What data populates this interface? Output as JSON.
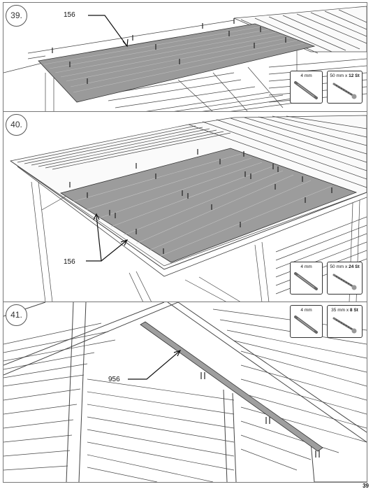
{
  "steps": [
    {
      "number": "39.",
      "part": "156",
      "fasteners": [
        {
          "size": "4 mm",
          "qty": ""
        },
        {
          "size": "50 mm x",
          "qty": "12 St"
        }
      ]
    },
    {
      "number": "40.",
      "part": "156",
      "fasteners": [
        {
          "size": "4 mm",
          "qty": ""
        },
        {
          "size": "50 mm x",
          "qty": "24 St"
        }
      ]
    },
    {
      "number": "41.",
      "part": "956",
      "fasteners": [
        {
          "size": "4 mm",
          "qty": ""
        },
        {
          "size": "35 mm x",
          "qty": "8 St"
        }
      ]
    }
  ],
  "page_number": "39",
  "icons": {
    "drill": "drill-bit-icon",
    "screw": "screw-icon"
  }
}
